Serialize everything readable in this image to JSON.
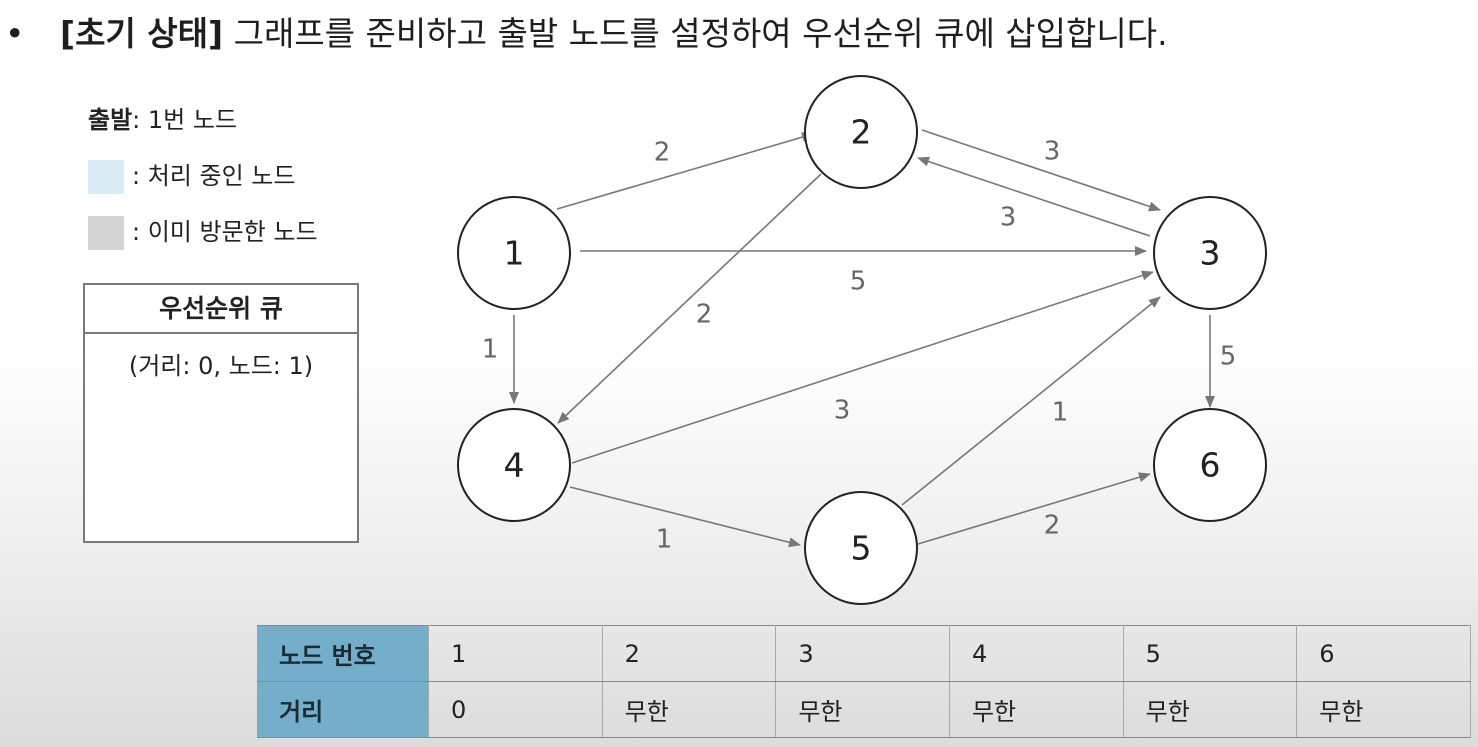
{
  "title": {
    "bullet": "•",
    "bold": "[초기 상태]",
    "rest": " 그래프를 준비하고 출발 노드를 설정하여 우선순위 큐에 삽입합니다."
  },
  "legend": {
    "start_bold": "출발",
    "start_rest": ": 1번 노드",
    "processing": ": 처리 중인 노드",
    "visited": ": 이미 방문한 노드",
    "colors": {
      "processing": "#d9ecf6",
      "visited": "#d4d4d4"
    }
  },
  "priority_queue": {
    "header": "우선순위 큐",
    "entries": [
      "(거리: 0, 노드: 1)"
    ]
  },
  "graph": {
    "nodes": [
      {
        "id": "1",
        "label": "1"
      },
      {
        "id": "2",
        "label": "2"
      },
      {
        "id": "3",
        "label": "3"
      },
      {
        "id": "4",
        "label": "4"
      },
      {
        "id": "5",
        "label": "5"
      },
      {
        "id": "6",
        "label": "6"
      }
    ],
    "edges": [
      {
        "from": "1",
        "to": "2",
        "weight": "2"
      },
      {
        "from": "1",
        "to": "3",
        "weight": "5"
      },
      {
        "from": "1",
        "to": "4",
        "weight": "1"
      },
      {
        "from": "2",
        "to": "3",
        "weight": "3"
      },
      {
        "from": "3",
        "to": "2",
        "weight": "3"
      },
      {
        "from": "2",
        "to": "4",
        "weight": "2"
      },
      {
        "from": "4",
        "to": "3",
        "weight": "3"
      },
      {
        "from": "4",
        "to": "5",
        "weight": "1"
      },
      {
        "from": "5",
        "to": "3",
        "weight": "1"
      },
      {
        "from": "5",
        "to": "6",
        "weight": "2"
      },
      {
        "from": "3",
        "to": "6",
        "weight": "5"
      }
    ]
  },
  "table": {
    "row1_header": "노드 번호",
    "row2_header": "거리",
    "node_numbers": [
      "1",
      "2",
      "3",
      "4",
      "5",
      "6"
    ],
    "distances": [
      "0",
      "무한",
      "무한",
      "무한",
      "무한",
      "무한"
    ],
    "header_color": "#74aeca"
  }
}
